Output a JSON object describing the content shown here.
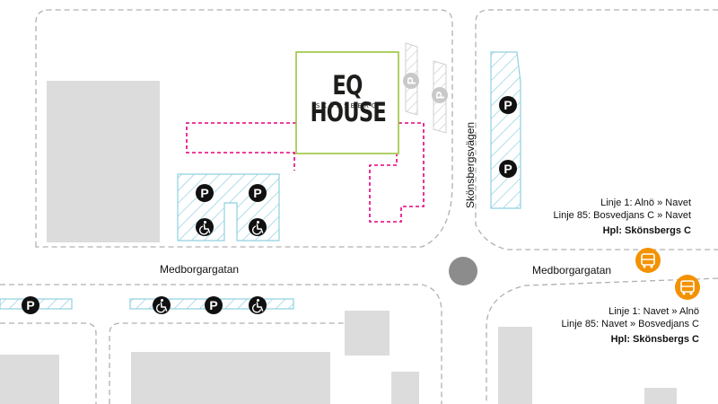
{
  "building": {
    "name": "EQ HOUSE",
    "subtitle": "SKÖNSBERG"
  },
  "streets": {
    "medborgargatan_west": "Medborgargatan",
    "medborgargatan_east": "Medborgargatan",
    "skonsbergsvagen": "Skönsbergsvägen"
  },
  "bus_stops": {
    "north": {
      "lines": [
        "Linje 1: Alnö » Navet",
        "Linje 85: Bosvedjans C » Navet"
      ],
      "stop": "Hpl: Skönsbergs C"
    },
    "south": {
      "lines": [
        "Linje 1: Navet » Alnö",
        "Linje 85: Navet » Bosvedjans C"
      ],
      "stop": "Hpl: Skönsbergs C"
    }
  },
  "icons": {
    "parking": "P",
    "accessible": "wheelchair-icon",
    "bus": "bus-icon"
  },
  "colors": {
    "building_outline": "#9bc53d",
    "walkway": "#e5007d",
    "parking_hatch": "#8fd0e0",
    "bus_badge": "#f39200",
    "block_gray": "#dcdcdc",
    "road_line": "#b0b0b0",
    "roundabout": "#8c8c8c"
  }
}
